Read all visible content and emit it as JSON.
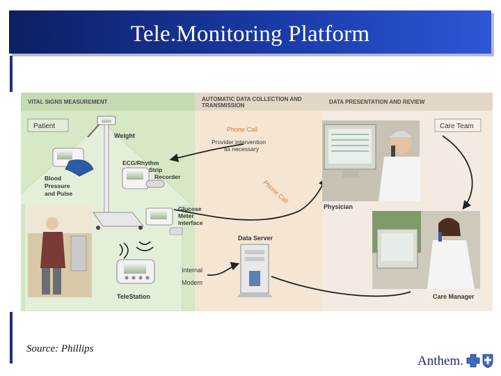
{
  "slide": {
    "title": "Tele.Monitoring Platform",
    "source": "Source: Phillips",
    "logo_text": "Anthem."
  },
  "colors": {
    "title_bar": "#1a3aa6",
    "left_panel": "#d6e8c6",
    "center_panel": "#f4e6d3",
    "right_panel": "#f3ebe1",
    "header_text": "#4a4a4a",
    "flow_text": "#d2783c"
  },
  "diagram": {
    "sections": {
      "vital_signs": "VITAL SIGNS MEASUREMENT",
      "data_collection": "AUTOMATIC DATA COLLECTION AND TRANSMISSION",
      "data_presentation": "DATA PRESENTATION AND REVIEW"
    },
    "labels": {
      "patient": "Patient",
      "care_team": "Care Team",
      "weight": "Weight",
      "ecg_line1": "ECG/Rhythm",
      "ecg_line2": "Strip",
      "ecg_line3": "Recorder",
      "bp_line1": "Blood",
      "bp_line2": "Pressure",
      "bp_line3": "and Pulse",
      "glucose_line1": "Glucose",
      "glucose_line2": "Meter",
      "glucose_line3": "Interface",
      "phone_call_top": "Phone Call",
      "intervention_line1": "Provider intervention",
      "intervention_line2": "as necessary",
      "phone_call_diag": "Phone Call",
      "physician": "Physician",
      "data_server": "Data Server",
      "internal": "Internal",
      "modem": "Modem",
      "telestation": "TeleStation",
      "care_manager": "Care Manager"
    }
  }
}
